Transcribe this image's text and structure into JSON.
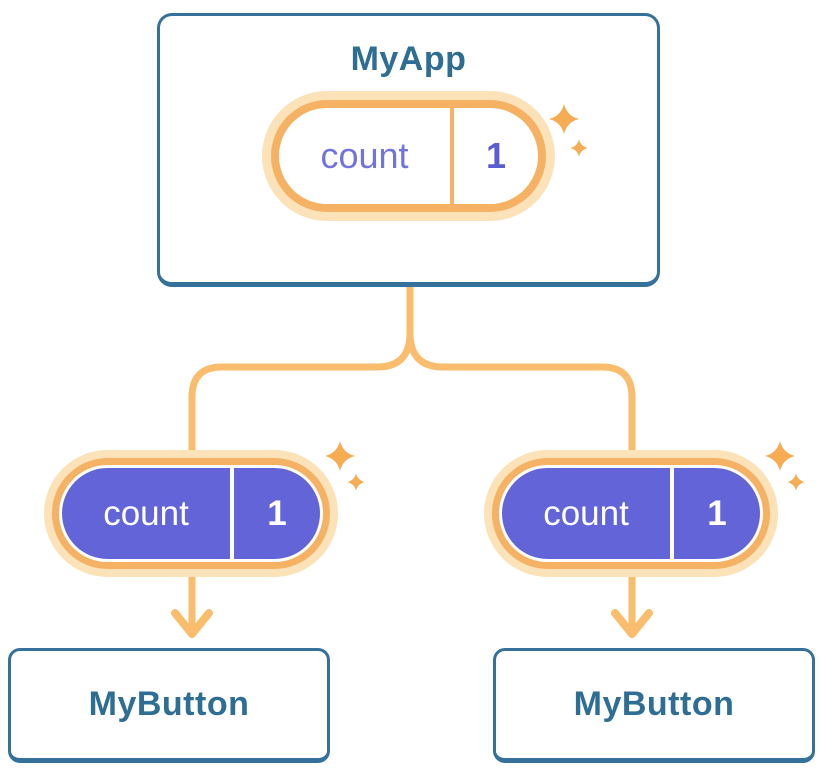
{
  "colors": {
    "card_border": "#35719B",
    "card_text": "#2E6D94",
    "line": "#FABD6E",
    "ring": "#F5B264",
    "glow": "#FBE2B8",
    "sparkle": "#F5AC52",
    "purple": "#6464D9",
    "purple_text": "#7174DB",
    "purple_value": "#5B5DD4"
  },
  "icons": {
    "sparkle": "four-point-star-sparkle"
  },
  "root_card": {
    "title": "MyApp",
    "pill": {
      "label": "count",
      "value": "1"
    }
  },
  "child_pills": [
    {
      "label": "count",
      "value": "1"
    },
    {
      "label": "count",
      "value": "1"
    }
  ],
  "child_cards": [
    {
      "label": "MyButton"
    },
    {
      "label": "MyButton"
    }
  ]
}
